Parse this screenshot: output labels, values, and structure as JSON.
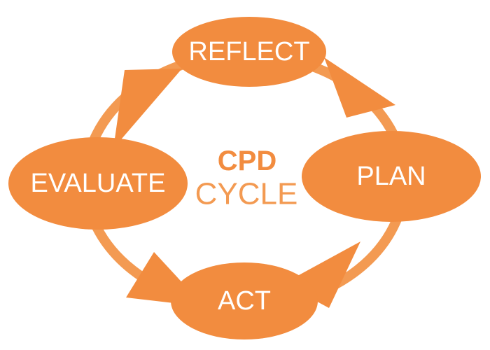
{
  "colors": {
    "accent": "#f28c3f",
    "ring": "#f39a52",
    "label_text": "#ffffff"
  },
  "center": {
    "title": "CPD",
    "subtitle": "CYCLE"
  },
  "nodes": {
    "reflect": "REFLECT",
    "plan": "PLAN",
    "act": "ACT",
    "evaluate": "EVALUATE"
  }
}
